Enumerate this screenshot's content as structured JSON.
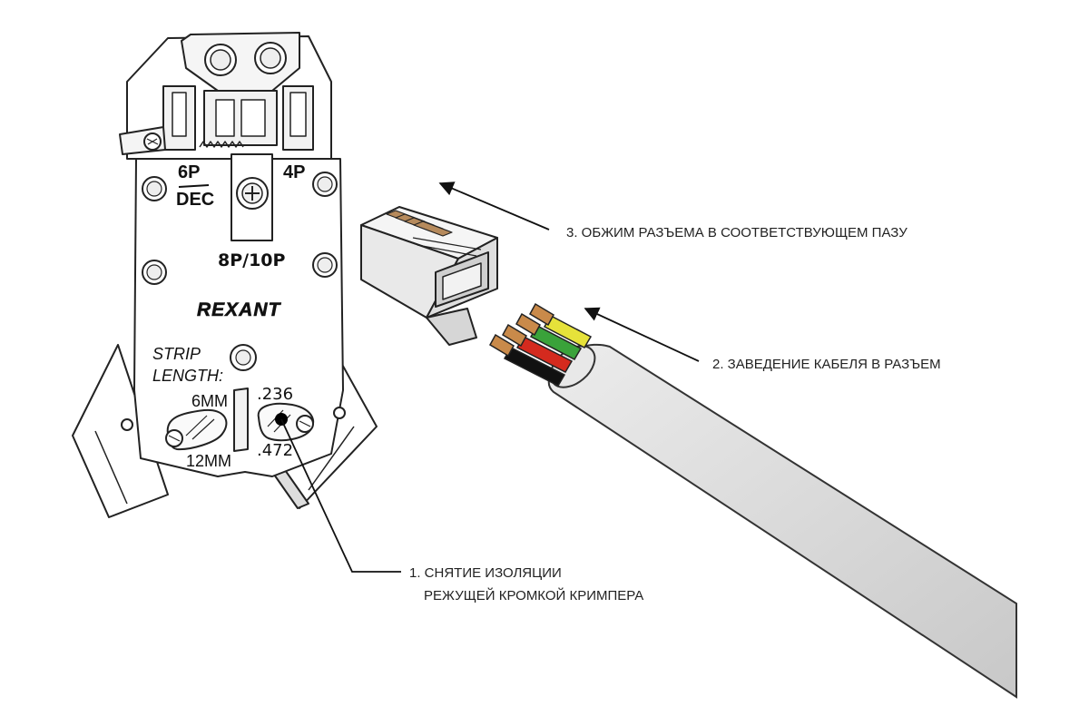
{
  "tool": {
    "brand": "REXANT",
    "slot_left_top": "6P",
    "slot_left_bottom": "DEC",
    "slot_right": "4P",
    "slot_center": "8P/10P",
    "strip_line1": "STRIP",
    "strip_line2": "LENGTH:",
    "len_6mm": "6MM",
    "len_12mm": "12MM",
    "inch_236": ".236",
    "inch_472": ".472"
  },
  "callouts": {
    "step1_line1": "1. СНЯТИЕ ИЗОЛЯЦИИ",
    "step1_line2": "РЕЖУЩЕЙ КРОМКОЙ КРИМПЕРА",
    "step2": "2. ЗАВЕДЕНИЕ КАБЕЛЯ В РАЗЪЕМ",
    "step3": "3. ОБЖИМ РАЗЪЕМА В СООТВЕТСТВУЮЩЕМ ПАЗУ"
  },
  "colors": {
    "wire_copper": "#c98a4a",
    "wire_red": "#d42a1e",
    "wire_green": "#3aa23a",
    "wire_yellow": "#e6e23a",
    "wire_black": "#111111",
    "cable_jacket": "#dcdcdc"
  }
}
